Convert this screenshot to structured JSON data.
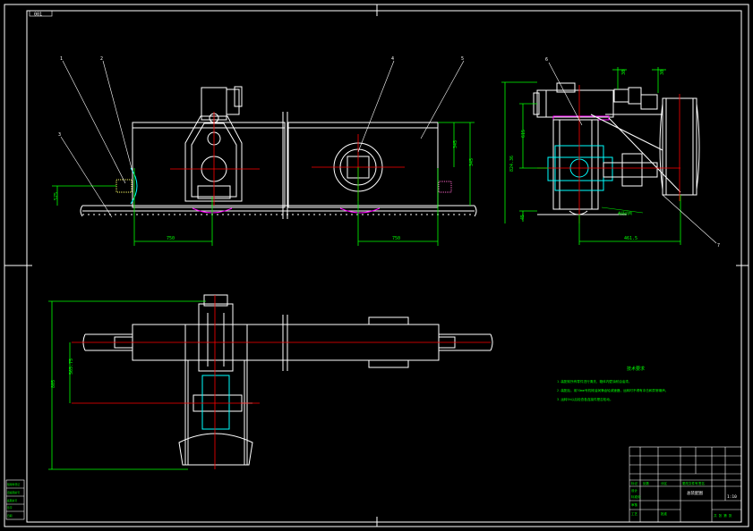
{
  "drawing": {
    "title_block_name": "总装配图",
    "title_block_scale": "1:10",
    "corner_tag": "001",
    "colors": {
      "background": "#000000",
      "outline": "#ffffff",
      "dimension": "#00ff00",
      "center": "#ff0000",
      "hidden": "#ff00ff",
      "part": "#00ffff",
      "hatch": "#0000ff"
    }
  },
  "front_view": {
    "dims": {
      "left_span": "750",
      "right_span": "750",
      "height_a": "345",
      "height_b": "345",
      "offset": "575"
    },
    "balloons": [
      "1",
      "2",
      "3",
      "4",
      "5"
    ]
  },
  "side_view": {
    "dims": {
      "v1": "615",
      "v2": "615",
      "total_h": "824.36",
      "bottom": "45",
      "width": "461.5",
      "top_a": "30",
      "top_b": "30"
    },
    "label": "卷扬机构",
    "balloons": [
      "6",
      "7"
    ]
  },
  "top_view": {
    "dims": {
      "h1": "805",
      "h2": "565.75"
    }
  },
  "tech_requirements": {
    "heading": "技术要求",
    "items": [
      "1.装配前所有零件进行清洗，箱体内壁涂耐油油漆。",
      "2.装配后，用70mm号机械油润滑齿轮减速器，运转时不得有冲击和异常噪声。",
      "3.运转5h以后检查各连接件是否松动。"
    ]
  },
  "title_block": {
    "row_labels": [
      "标记",
      "处数",
      "分区",
      "更改文件号",
      "签名",
      "年月日"
    ],
    "cells": [
      "设计",
      "标准化",
      "审核",
      "工艺",
      "批准"
    ],
    "sheet_info": "共 张 第 张"
  },
  "left_strip": [
    "借用件登记",
    "旧底图总号",
    "底图总号",
    "签字",
    "日期"
  ]
}
